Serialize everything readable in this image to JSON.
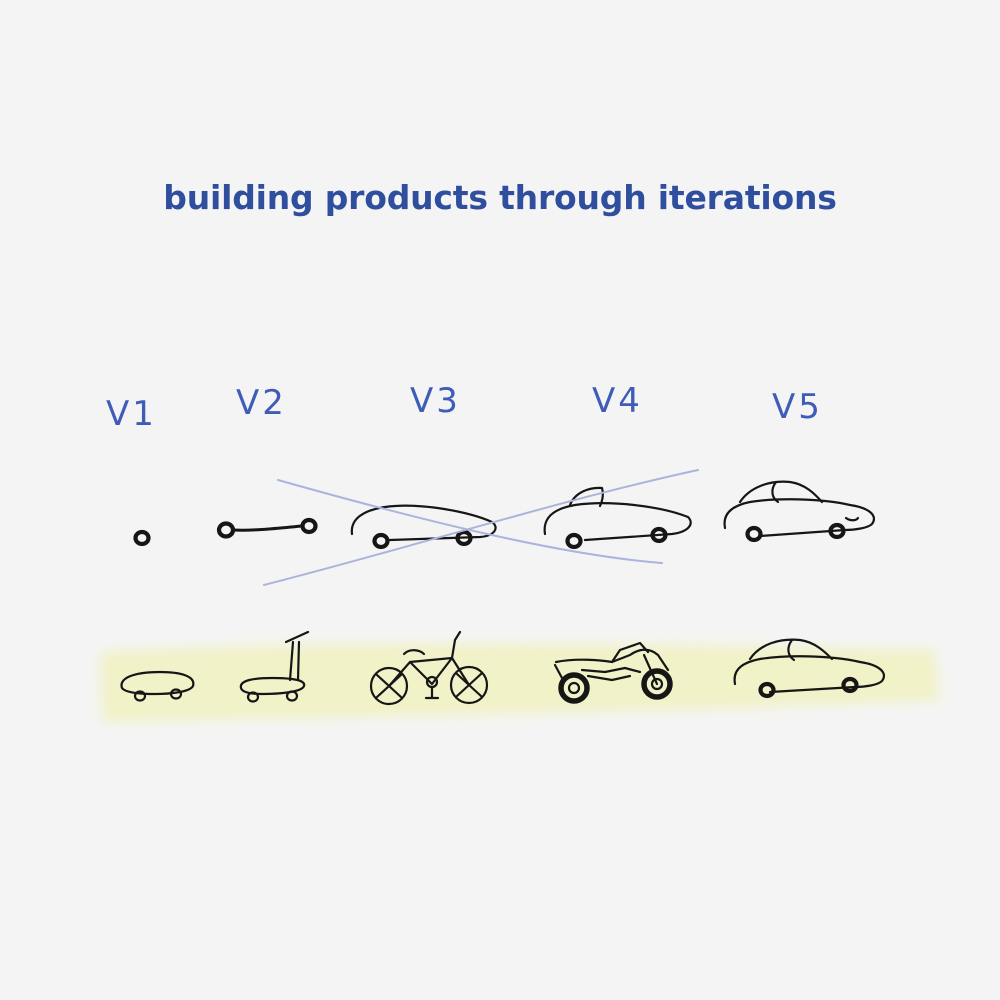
{
  "title": "building products through iterations",
  "versions": [
    {
      "label": "V1"
    },
    {
      "label": "V2"
    },
    {
      "label": "V3"
    },
    {
      "label": "V4"
    },
    {
      "label": "V5"
    }
  ],
  "colors": {
    "title": "#2f4f9e",
    "version_labels": "#3f5cb8",
    "ink": "#161616",
    "strike_lines": "#aab4dc",
    "highlight": "#f1f2c8",
    "background": "#f4f4f4"
  },
  "rows": {
    "top": [
      "wheel",
      "axle",
      "car-body",
      "convertible-car",
      "car"
    ],
    "bottom": [
      "skateboard",
      "scooter",
      "bicycle",
      "motorcycle",
      "car"
    ],
    "highlighted_row": "bottom",
    "crossed_out_row": "top"
  },
  "icons": [
    "wheel-icon",
    "axle-icon",
    "car-body-icon",
    "convertible-car-icon",
    "car-icon",
    "skateboard-icon",
    "scooter-icon",
    "bicycle-icon",
    "motorcycle-icon",
    "car-icon"
  ]
}
